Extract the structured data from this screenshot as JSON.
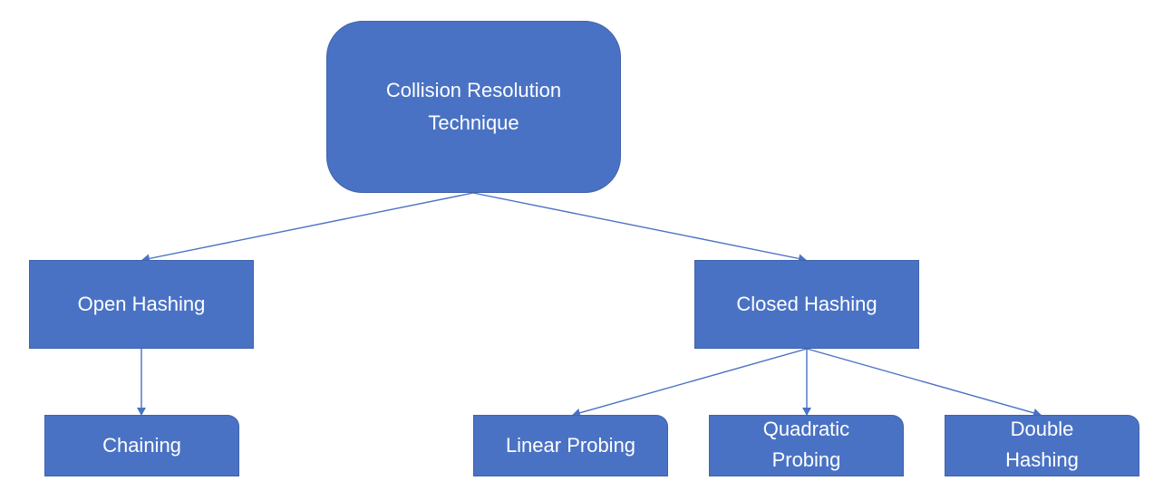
{
  "diagram": {
    "title": "Collision Resolution Technique",
    "colors": {
      "node_fill": "#4a72c4",
      "node_border": "#3f62ab",
      "edge": "#4a72c4",
      "text": "#ffffff"
    },
    "nodes": {
      "root": {
        "label": "Collision Resolution\nTechnique"
      },
      "open_hashing": {
        "label": "Open Hashing"
      },
      "closed_hashing": {
        "label": "Closed Hashing"
      },
      "chaining": {
        "label": "Chaining"
      },
      "linear_probing": {
        "label": "Linear Probing"
      },
      "quadratic_probing": {
        "label": "Quadratic\nProbing"
      },
      "double_hashing": {
        "label": "Double\nHashing"
      }
    },
    "edges": [
      {
        "from": "root",
        "to": "open_hashing"
      },
      {
        "from": "root",
        "to": "closed_hashing"
      },
      {
        "from": "open_hashing",
        "to": "chaining"
      },
      {
        "from": "closed_hashing",
        "to": "linear_probing"
      },
      {
        "from": "closed_hashing",
        "to": "quadratic_probing"
      },
      {
        "from": "closed_hashing",
        "to": "double_hashing"
      }
    ]
  }
}
